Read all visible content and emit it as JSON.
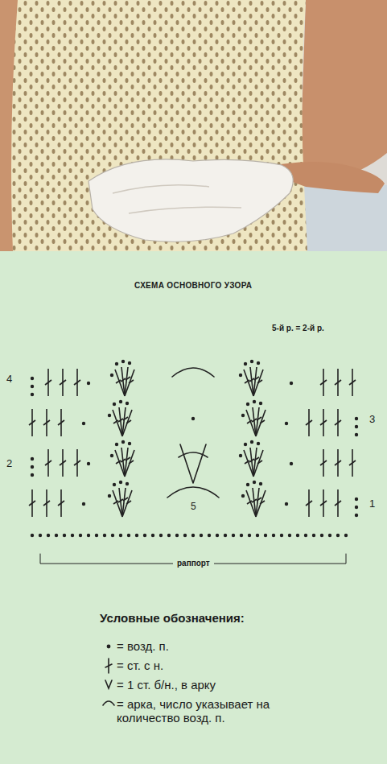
{
  "diagram": {
    "title": "СХЕМА ОСНОВНОГО УЗОРА",
    "labels": [
      "5-й р. = 2-й р.",
      "4",
      "3",
      "2",
      "1",
      "5",
      "раппорт",
      "Условные обозначения:"
    ],
    "legend": [
      {
        "text": "= возд. п."
      },
      {
        "text": "= ст. с н."
      },
      {
        "text": "= 1 ст. б/н., в арку"
      },
      {
        "text": "= арка, число указывает на количество возд. п."
      }
    ]
  }
}
